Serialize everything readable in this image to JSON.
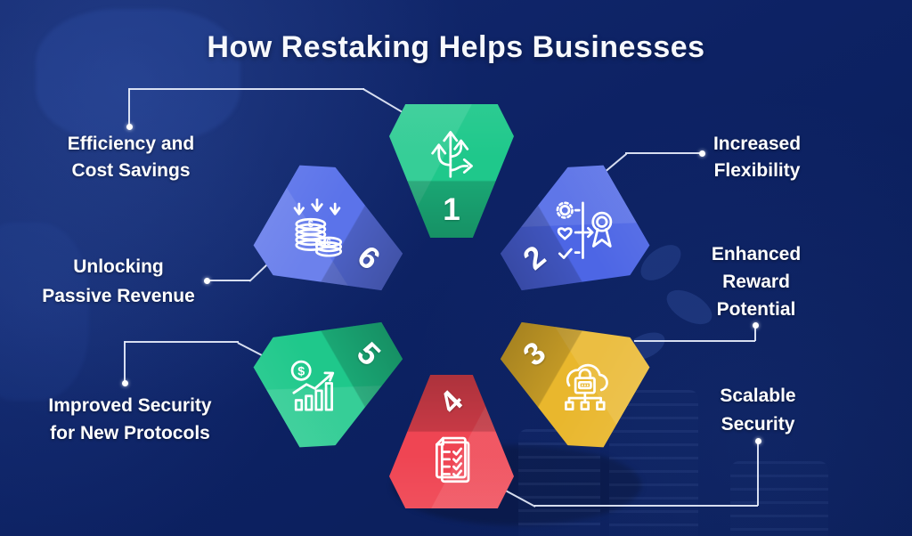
{
  "title": "How Restaking Helps Businesses",
  "petals": [
    {
      "number": "1",
      "label": "Efficiency and\nCost Savings",
      "color": "#1fc88b",
      "icon": "branching-arrows-icon"
    },
    {
      "number": "2",
      "label": "Increased\nFlexibility",
      "color": "#4d66e5",
      "icon": "criteria-to-award-icon"
    },
    {
      "number": "3",
      "label": "Enhanced\nReward\nPotential",
      "color": "#e9b72d",
      "icon": "cloud-lock-network-icon"
    },
    {
      "number": "4",
      "label": "Scalable\nSecurity",
      "color": "#ef4553",
      "icon": "checklist-documents-icon"
    },
    {
      "number": "5",
      "label": "Improved Security\nfor New Protocols",
      "color": "#1fc88b",
      "icon": "coin-growth-chart-icon"
    },
    {
      "number": "6",
      "label": "Unlocking\nPassive Revenue",
      "color": "#5b73ea",
      "icon": "coins-down-arrows-icon"
    }
  ],
  "colors": {
    "background": "#0d2264",
    "label_text": "#ffffff",
    "connector": "#e8eefc"
  }
}
